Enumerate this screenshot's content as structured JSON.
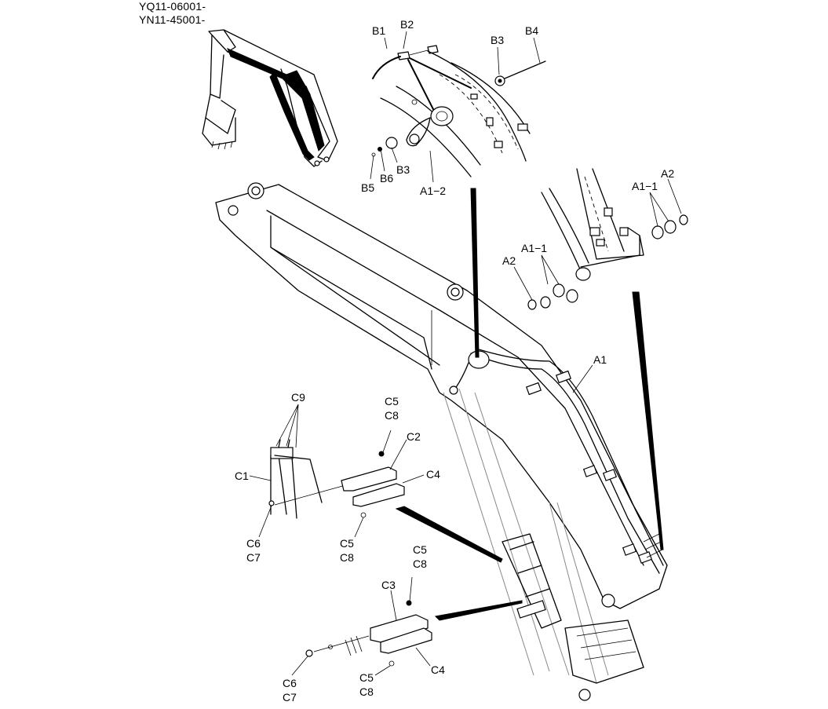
{
  "header": {
    "serial_1": "YQ11-06001-",
    "serial_2": "YN11-45001-"
  },
  "callouts": {
    "b1": "B1",
    "b2": "B2",
    "b3_top": "B3",
    "b4": "B4",
    "b5": "B5",
    "b6": "B6",
    "b3_bottom": "B3",
    "a1_2": "A1−2",
    "a2_right": "A2",
    "a1_1_right": "A1−1",
    "a1_1_left": "A1−1",
    "a2_left": "A2",
    "a1": "A1",
    "c9": "C9",
    "c1": "C1",
    "c5_top1": "C5",
    "c8_top1": "C8",
    "c2": "C2",
    "c4_top": "C4",
    "c6_top": "C6",
    "c7_top": "C7",
    "c5_mid": "C5",
    "c8_mid": "C8",
    "c5_top2": "C5",
    "c8_top2": "C8",
    "c3": "C3",
    "c6_bottom": "C6",
    "c7_bottom": "C7",
    "c5_bottom": "C5",
    "c8_bottom": "C8",
    "c4_bottom": "C4"
  },
  "colors": {
    "ink": "#000000",
    "paper": "#ffffff"
  }
}
